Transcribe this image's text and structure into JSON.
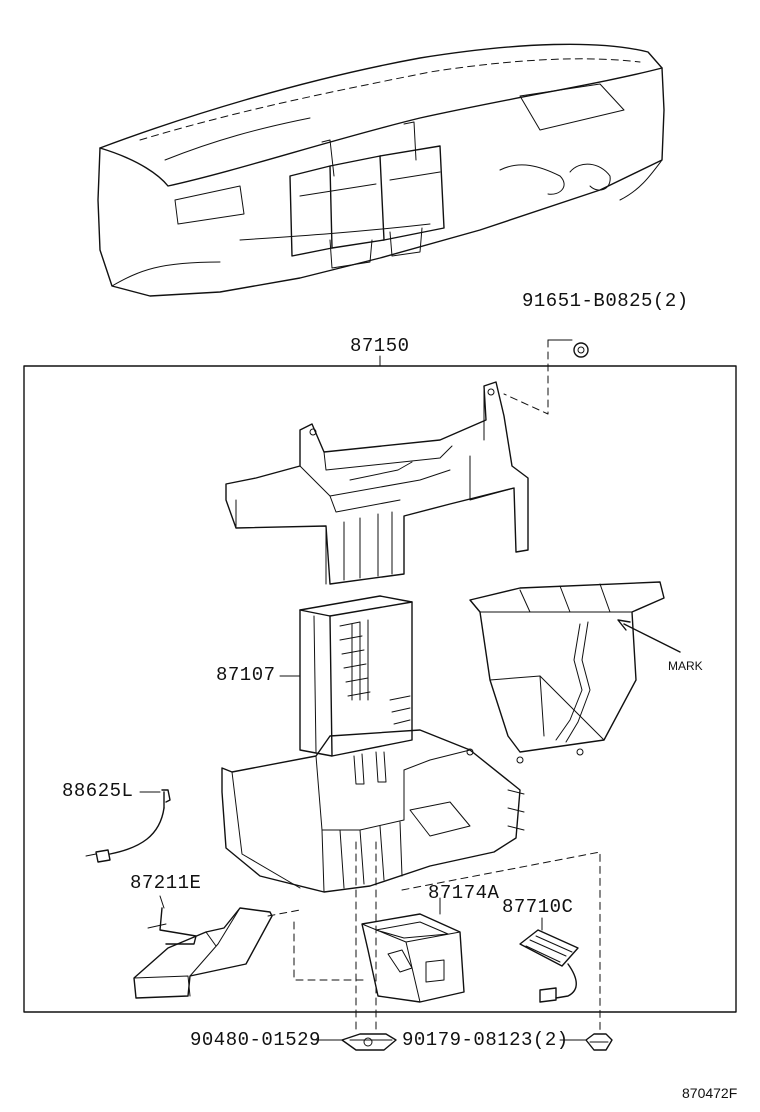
{
  "diagram": {
    "labels": {
      "p91651": "91651-B0825(2)",
      "p87150": "87150",
      "p87107": "87107",
      "mark": "MARK",
      "p88625L": "88625L",
      "p87211E": "87211E",
      "p87174A": "87174A",
      "p87710C": "87710C",
      "p90480": "90480-01529",
      "p90179": "90179-08123(2)",
      "figure_code": "870472F"
    },
    "line_color": "#111111",
    "background": "#ffffff",
    "icons": [
      "dashboard-icon",
      "upper-case-icon",
      "evaporator-icon",
      "housing-icon",
      "lower-case-icon",
      "thermistor-icon",
      "duct-icon",
      "drain-hose-icon",
      "resistor-icon",
      "clip-icon",
      "bolt-icon"
    ]
  }
}
